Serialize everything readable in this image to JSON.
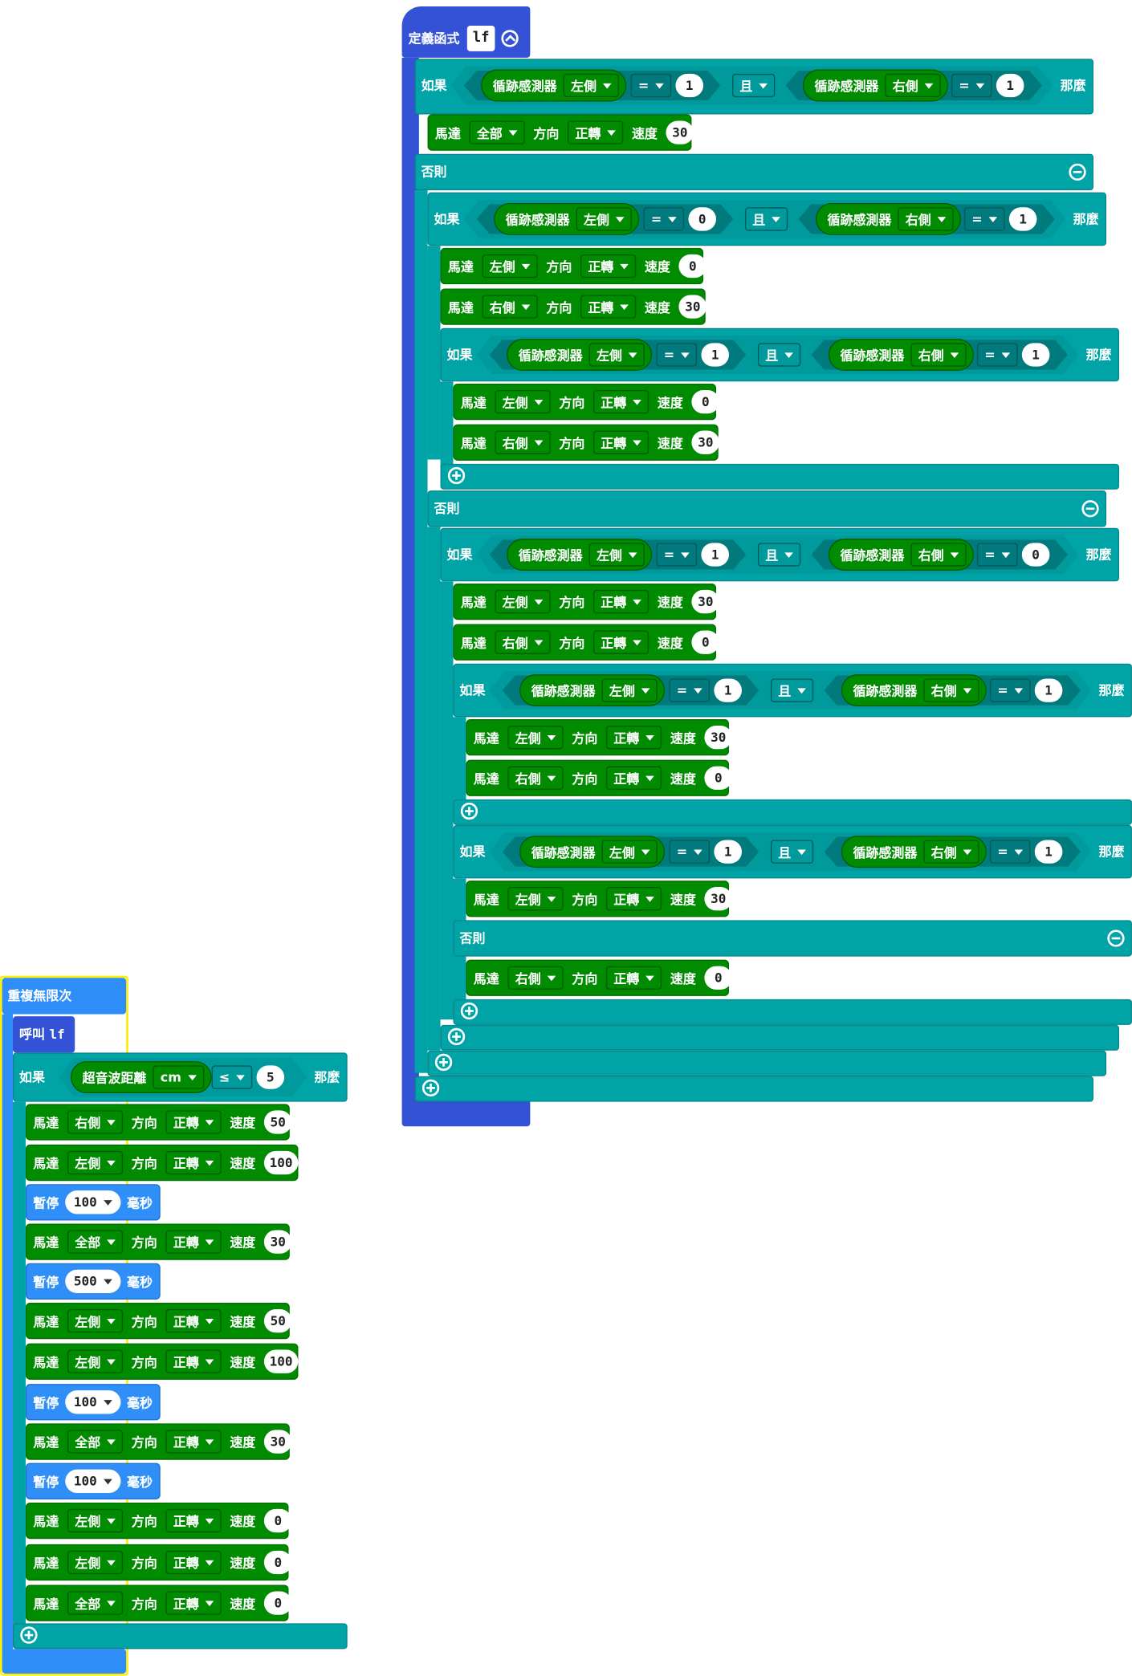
{
  "labels": {
    "define": "定義函式",
    "if": "如果",
    "then": "那麼",
    "else": "否則",
    "and": "且",
    "eq": "=",
    "le": "≤",
    "motor": "馬達",
    "dir": "方向",
    "speed": "速度",
    "forward": "正轉",
    "sensor": "循跡感測器",
    "left": "左側",
    "right": "右側",
    "all": "全部",
    "forever": "重複無限次",
    "call": "呼叫",
    "sonar": "超音波距離",
    "cm": "cm",
    "pause": "暫停",
    "ms": "毫秒"
  },
  "func_name": "lf",
  "values": {
    "v0": "0",
    "v1": "1",
    "v5": "5",
    "v30": "30",
    "v50": "50",
    "v100": "100",
    "v500": "500"
  },
  "colors": {
    "function": "#3452d6",
    "logic": "#00a4a6",
    "action": "#008b00",
    "basic": "#2f8ef7",
    "selection": "#ffee00"
  },
  "icons": [
    "collapse-icon",
    "plus-icon",
    "minus-icon",
    "dropdown-arrow-icon"
  ]
}
